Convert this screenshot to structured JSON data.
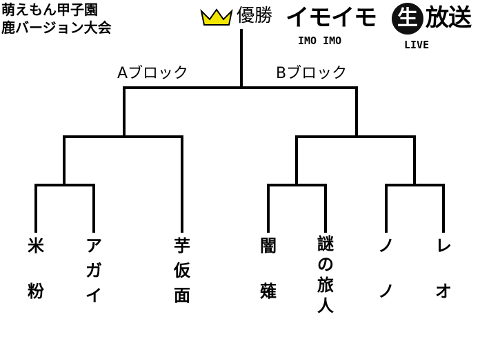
{
  "title": {
    "line1": "萌えもん甲子園",
    "line2": "鹿バージョン大会"
  },
  "champion_label": "優勝",
  "crown_icon": "crown-icon",
  "crown_color": "#f2e600",
  "logo": {
    "main": "イモイモ",
    "circle": "生",
    "tail": "放送",
    "sub_left": "IMO IMO",
    "sub_right": "LIVE"
  },
  "blocks": {
    "a": "Aブロック",
    "b": "Bブロック"
  },
  "entrants": [
    [
      "米",
      "粉"
    ],
    [
      "ア",
      "ガ",
      "イ"
    ],
    [
      "芋",
      "仮",
      "面"
    ],
    [
      "闇",
      "薙"
    ],
    [
      "謎",
      "の",
      "旅",
      "人"
    ],
    [
      "ノ",
      "ノ"
    ],
    [
      "レ",
      "オ"
    ]
  ]
}
